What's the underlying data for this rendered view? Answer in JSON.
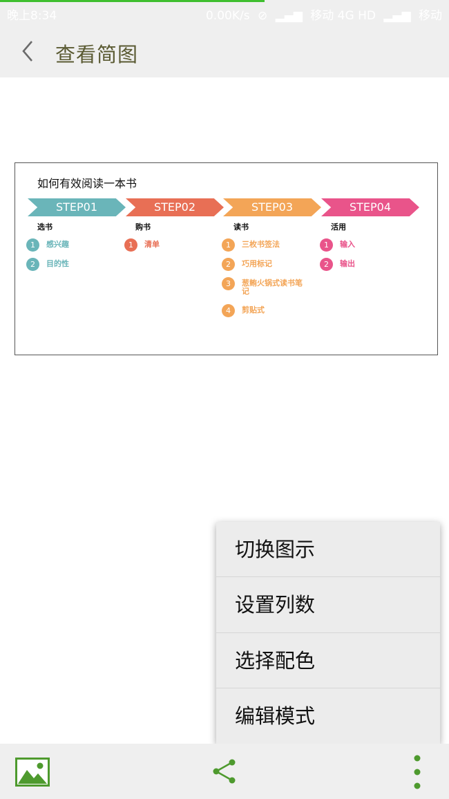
{
  "status_bar": {
    "time": "晚上8:34",
    "speed": "0.00K/s",
    "carrier1": "移动 4G HD",
    "carrier2": "移动"
  },
  "header": {
    "title": "查看简图",
    "back_icon": "chevron-left-icon"
  },
  "diagram": {
    "title": "如何有效阅读一本书",
    "steps": [
      {
        "label": "STEP01",
        "category": "选书",
        "color": "#6ab5b9",
        "items": [
          {
            "num": "1",
            "text": "感兴趣"
          },
          {
            "num": "2",
            "text": "目的性"
          }
        ]
      },
      {
        "label": "STEP02",
        "category": "购书",
        "color": "#e86f55",
        "items": [
          {
            "num": "1",
            "text": "清单"
          }
        ]
      },
      {
        "label": "STEP03",
        "category": "读书",
        "color": "#f3a557",
        "items": [
          {
            "num": "1",
            "text": "三枚书签法"
          },
          {
            "num": "2",
            "text": "巧用标记"
          },
          {
            "num": "3",
            "text": "葱鲔火锅式读书笔记"
          },
          {
            "num": "4",
            "text": "剪贴式"
          }
        ]
      },
      {
        "label": "STEP04",
        "category": "活用",
        "color": "#e9548a",
        "items": [
          {
            "num": "1",
            "text": "输入"
          },
          {
            "num": "2",
            "text": "输出"
          }
        ]
      }
    ]
  },
  "menu": {
    "items": [
      "切换图示",
      "设置列数",
      "选择配色",
      "编辑模式"
    ]
  },
  "bottom_bar": {
    "image_icon": "image-icon",
    "share_icon": "share-icon",
    "more_icon": "more-vertical-icon",
    "accent": "#4e9a2e"
  }
}
